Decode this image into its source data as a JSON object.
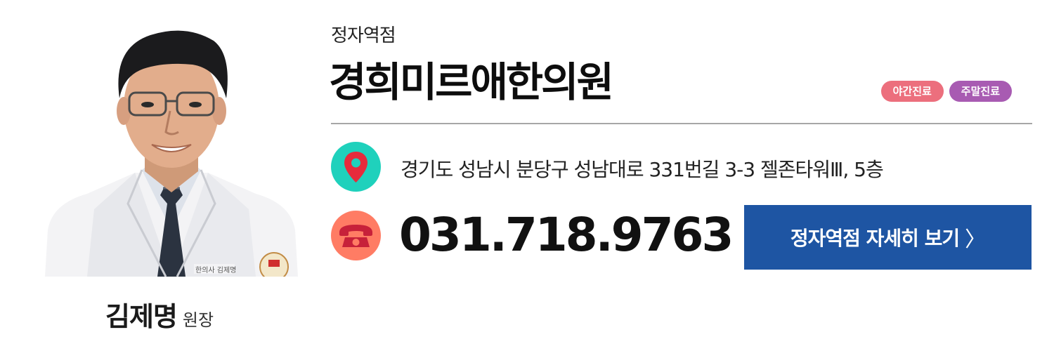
{
  "doctor": {
    "name": "김제명",
    "title": "원장",
    "gown_name": "한의사 김제명"
  },
  "clinic": {
    "branch": "정자역점",
    "name": "경희미르애한의원"
  },
  "badges": [
    {
      "label": "야간진료",
      "color": "#ec6f7d"
    },
    {
      "label": "주말진료",
      "color": "#a85bb2"
    }
  ],
  "address": {
    "icon": "map-pin-icon",
    "text": "경기도 성남시 분당구 성남대로 331번길 3-3 젤존타워Ⅲ, 5층"
  },
  "phone": {
    "icon": "telephone-icon",
    "number": "031.718.9763"
  },
  "detail_button": {
    "label": "정자역점 자세히 보기",
    "chevron": "〉"
  },
  "colors": {
    "address_icon_bg": "#1fd1bc",
    "phone_icon_bg": "#ff7c64",
    "button_bg": "#1e55a3"
  }
}
